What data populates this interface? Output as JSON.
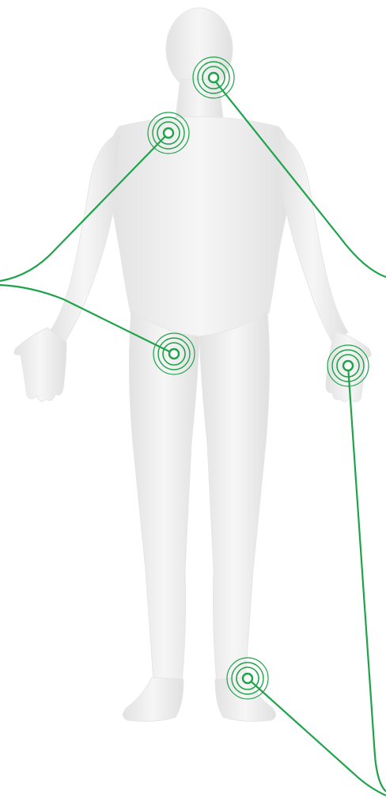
{
  "colors": {
    "accent": "#1ea34a",
    "body_fill": "#eeeeee",
    "body_shade": "#dcdcdc",
    "background": "#ffffff"
  },
  "figure": {
    "description_icon": "human-body-figure"
  },
  "hotspots": [
    {
      "id": "jaw",
      "icon": "target-rings-icon"
    },
    {
      "id": "shoulder",
      "icon": "target-rings-icon"
    },
    {
      "id": "hip",
      "icon": "target-rings-icon"
    },
    {
      "id": "wrist",
      "icon": "target-rings-icon"
    },
    {
      "id": "ankle",
      "icon": "target-rings-icon"
    }
  ]
}
